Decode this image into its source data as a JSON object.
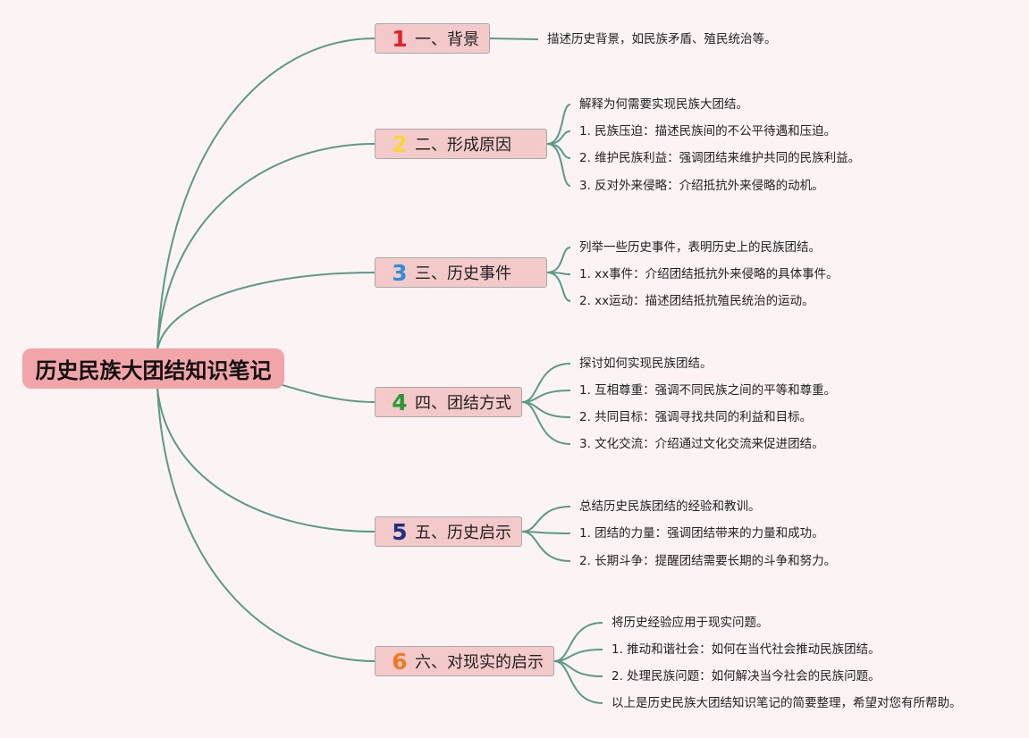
{
  "root": {
    "title": "历史民族大团结知识笔记"
  },
  "branches": [
    {
      "num": "1",
      "label": "一、背景",
      "color": "#e8202a",
      "items": [
        "描述历史背景，如民族矛盾、殖民统治等。"
      ]
    },
    {
      "num": "2",
      "label": "二、形成原因",
      "color": "#f5d735",
      "items": [
        "解释为何需要实现民族大团结。",
        "1. 民族压迫：描述民族间的不公平待遇和压迫。",
        "2. 维护民族利益：强调团结来维护共同的民族利益。",
        "3. 反对外来侵略：介绍抵抗外来侵略的动机。"
      ]
    },
    {
      "num": "3",
      "label": "三、历史事件",
      "color": "#2d8fd8",
      "items": [
        "列举一些历史事件，表明历史上的民族团结。",
        "1. xx事件：介绍团结抵抗外来侵略的具体事件。",
        "2. xx运动：描述团结抵抗殖民统治的运动。"
      ]
    },
    {
      "num": "4",
      "label": "四、团结方式",
      "color": "#2a9a36",
      "items": [
        "探讨如何实现民族团结。",
        "1. 互相尊重：强调不同民族之间的平等和尊重。",
        "2. 共同目标：强调寻找共同的利益和目标。",
        "3. 文化交流：介绍通过文化交流来促进团结。"
      ]
    },
    {
      "num": "5",
      "label": "五、历史启示",
      "color": "#1f2f85",
      "items": [
        "总结历史民族团结的经验和教训。",
        "1. 团结的力量：强调团结带来的力量和成功。",
        "2. 长期斗争：提醒团结需要长期的斗争和努力。"
      ]
    },
    {
      "num": "6",
      "label": "六、对现实的启示",
      "color": "#f07a22",
      "items": [
        "将历史经验应用于现实问题。",
        "1. 推动和谐社会：如何在当代社会推动民族团结。",
        "2. 处理民族问题：如何解决当今社会的民族问题。",
        "以上是历史民族大团结知识笔记的简要整理，希望对您有所帮助。"
      ]
    }
  ],
  "colors": {
    "line": "#5a9a86"
  }
}
